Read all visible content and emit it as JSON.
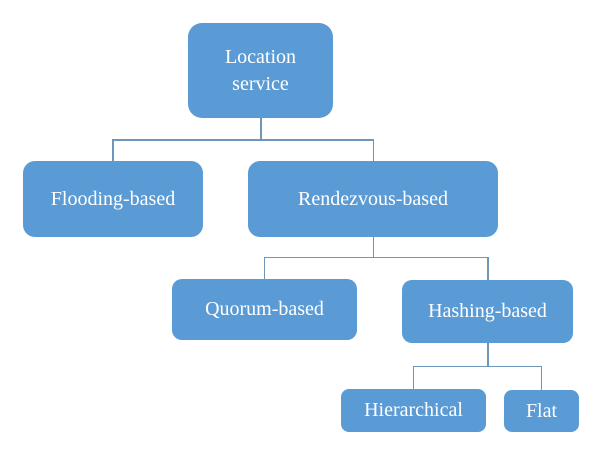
{
  "figure": {
    "background_color": "#ffffff",
    "node_fill_color": "#5b9bd5",
    "node_text_color": "#ffffff",
    "connector_color": "#6e95ba"
  },
  "diagram": {
    "type": "tree",
    "orientation": "top-down",
    "nodes": [
      {
        "id": "location-service",
        "label": "Location service",
        "level": 0,
        "parent": null
      },
      {
        "id": "flooding-based",
        "label": "Flooding-based",
        "level": 1,
        "parent": "location-service"
      },
      {
        "id": "rendezvous-based",
        "label": "Rendezvous-based",
        "level": 1,
        "parent": "location-service"
      },
      {
        "id": "quorum-based",
        "label": "Quorum-based",
        "level": 2,
        "parent": "rendezvous-based"
      },
      {
        "id": "hashing-based",
        "label": "Hashing-based",
        "level": 2,
        "parent": "rendezvous-based"
      },
      {
        "id": "hierarchical",
        "label": "Hierarchical",
        "level": 3,
        "parent": "hashing-based"
      },
      {
        "id": "flat",
        "label": "Flat",
        "level": 3,
        "parent": "hashing-based"
      }
    ],
    "edges": [
      {
        "from": "location-service",
        "to": "flooding-based"
      },
      {
        "from": "location-service",
        "to": "rendezvous-based"
      },
      {
        "from": "rendezvous-based",
        "to": "quorum-based"
      },
      {
        "from": "rendezvous-based",
        "to": "hashing-based"
      },
      {
        "from": "hashing-based",
        "to": "hierarchical"
      },
      {
        "from": "hashing-based",
        "to": "flat"
      }
    ]
  }
}
